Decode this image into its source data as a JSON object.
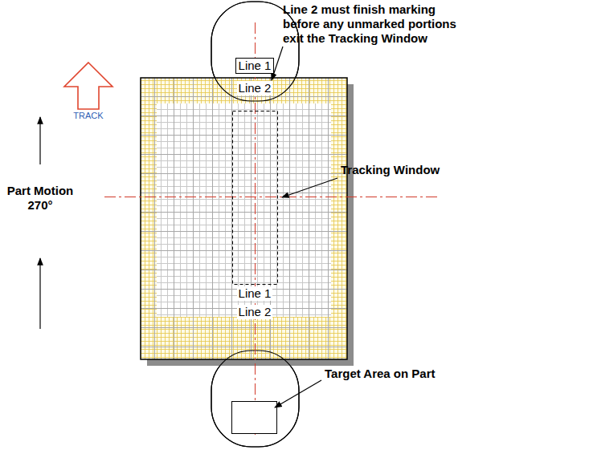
{
  "diagram": {
    "nodes": [
      {
        "text": [
          "TRACK"
        ]
      },
      {
        "text": [
          "Line 1"
        ]
      }
    ],
    "labels": [
      "Line 2 must finish marking before any unmarked portions exit the Tracking Window",
      "Line 2",
      "Tracking Window",
      "Part Motion 270°",
      "Line 1",
      "Line 2",
      "Target Area on Part"
    ]
  }
}
